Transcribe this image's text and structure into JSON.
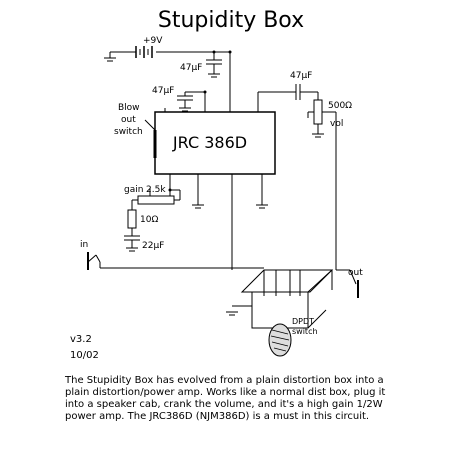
{
  "title": "Stupidity Box",
  "chip": {
    "name": "JRC 386D"
  },
  "labels": {
    "supply": "+9V",
    "cap_top": "47µF",
    "cap_left": "47µF",
    "cap_out": "47µF",
    "blow_out_1": "Blow",
    "blow_out_2": "out",
    "blow_out_3": "switch",
    "pot_vol": "500Ω",
    "vol": "vol",
    "gain": "gain",
    "gain_pot": "2.5k",
    "resistor": "10Ω",
    "cap_gain": "22µF",
    "in": "in",
    "out": "out",
    "dpdt_1": "DPDT",
    "dpdt_2": "switch"
  },
  "version": "v3.2",
  "date": "10/02",
  "description": "The Stupidity Box has evolved from a plain distortion box into a plain distortion/power amp. Works like a normal dist box, plug it into a speaker cab, crank the volume, and it's a high gain 1/2W power amp. The JRC386D (NJM386D) is a must in this circuit."
}
